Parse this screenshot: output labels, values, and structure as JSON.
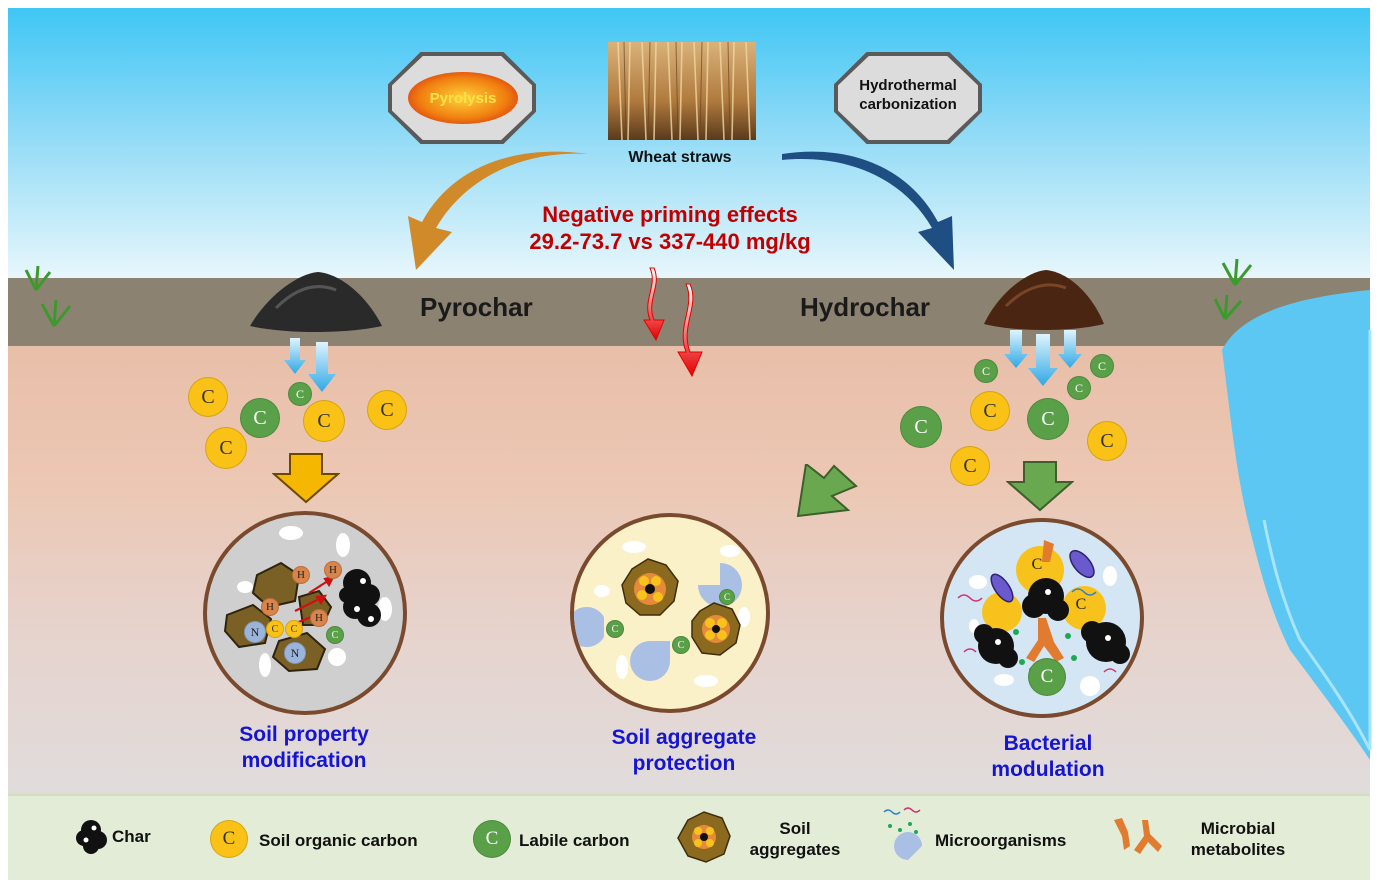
{
  "top": {
    "pyrolysis": "Pyrolysis",
    "htc_line1": "Hydrothermal",
    "htc_line2": "carbonization",
    "wheat": "Wheat straws"
  },
  "effect": {
    "line1": "Negative priming effects",
    "line2": "29.2-73.7 vs 337-440 mg/kg"
  },
  "chars": {
    "pyrochar": "Pyrochar",
    "hydrochar": "Hydrochar"
  },
  "coin_letter": "C",
  "atoms": {
    "h": "H",
    "n": "N"
  },
  "outcomes": {
    "left_line1": "Soil property",
    "left_line2": "modification",
    "mid_line1": "Soil aggregate",
    "mid_line2": "protection",
    "right_line1": "Bacterial",
    "right_line2": "modulation"
  },
  "legend": {
    "char": "Char",
    "soc": "Soil organic carbon",
    "labile": "Labile carbon",
    "agg_line1": "Soil",
    "agg_line2": "aggregates",
    "micro": "Microorganisms",
    "meta_line1": "Microbial",
    "meta_line2": "metabolites"
  },
  "colors": {
    "pyro_arrow": "#d08a2a",
    "hydro_arrow": "#1f4f82",
    "red_text": "#c00000",
    "blue_text": "#1414d2",
    "soc": "#fac116",
    "labile": "#5aa049"
  }
}
